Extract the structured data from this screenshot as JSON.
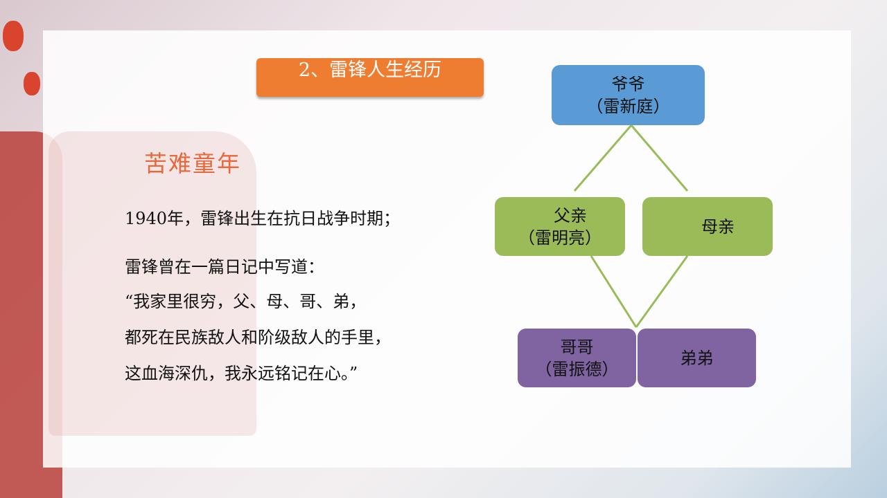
{
  "slide": {
    "title": "2、雷锋人生经历",
    "heading": "苦难童年",
    "lines": [
      "1940年，雷锋出生在抗日战争时期；",
      "雷锋曾在一篇日记中写道：",
      "“我家里很穷，父、母、哥、弟，",
      "都死在民族敌人和阶级敌人的手里，",
      "这血海深仇，我永远铭记在心。”"
    ]
  },
  "family_tree": {
    "grandfather": {
      "role": "爷爷",
      "name": "（雷新庭）"
    },
    "father": {
      "role": "父亲",
      "name": "（雷明亮）"
    },
    "mother": {
      "role": "母亲"
    },
    "elder_brother": {
      "role": "哥哥",
      "name": "（雷振德）"
    },
    "younger_brother": {
      "role": "弟弟"
    }
  },
  "colors": {
    "accent": "#ef7d31",
    "heading": "#e8683a",
    "blue": "#5b9bd5",
    "green": "#9bbb59",
    "purple": "#8064a2"
  }
}
